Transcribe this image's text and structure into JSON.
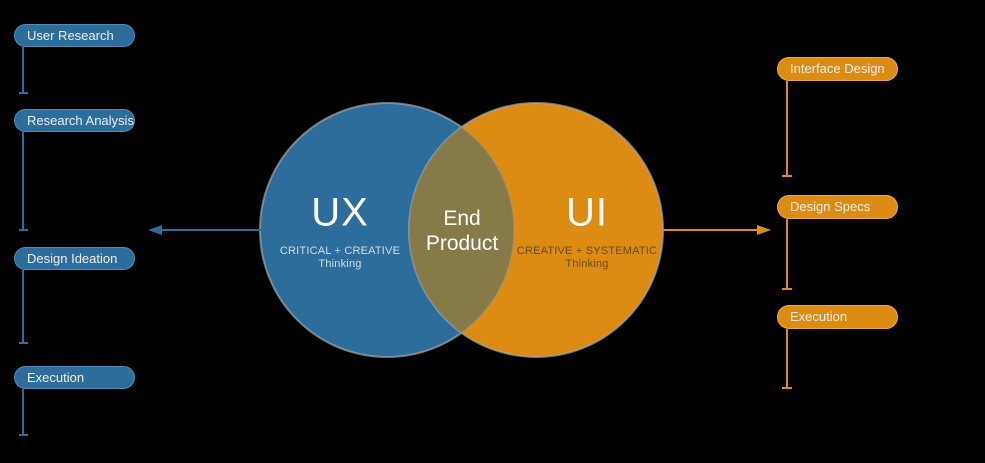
{
  "colors": {
    "background": "#000000",
    "ux-blue": "#2d6d9b",
    "ui-orange": "#dc8c13",
    "overlap-olive": "#867a49",
    "ux-subtext": "#cfdde9",
    "ui-subtext": "#6b4c10",
    "pill-text": "#f0eee8"
  },
  "venn": {
    "ux": {
      "title": "UX",
      "subtitle_line1": "CRITICAL + CREATIVE",
      "subtitle_line2": "Thinking"
    },
    "ui": {
      "title": "UI",
      "subtitle_line1": "CREATIVE + SYSTEMATIC",
      "subtitle_line2": "Thinking"
    },
    "overlap": {
      "line1": "End",
      "line2": "Product"
    }
  },
  "left_column": {
    "items": [
      {
        "label": "User Research"
      },
      {
        "label": "Research Analysis"
      },
      {
        "label": "Design Ideation"
      },
      {
        "label": "Execution"
      }
    ]
  },
  "right_column": {
    "items": [
      {
        "label": "Interface Design"
      },
      {
        "label": "Design Specs"
      },
      {
        "label": "Execution"
      }
    ]
  }
}
